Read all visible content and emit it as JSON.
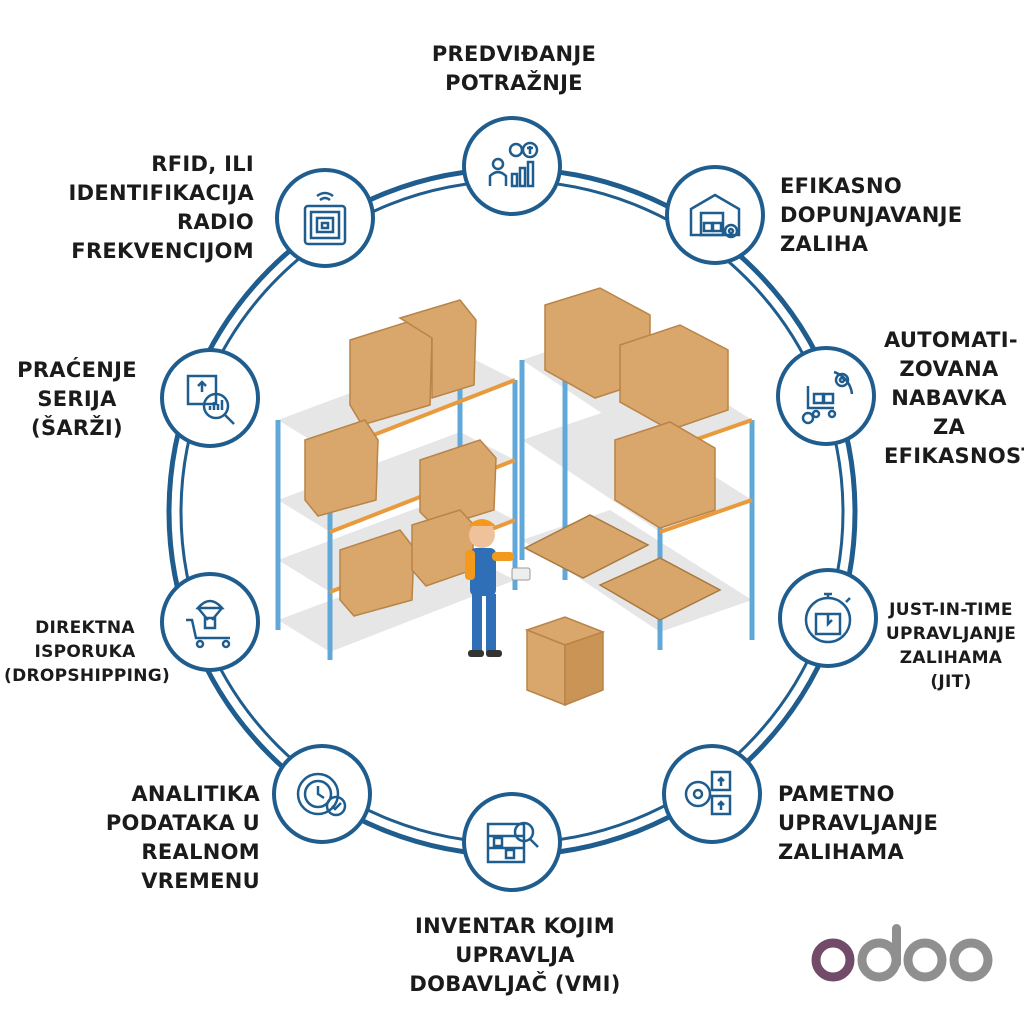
{
  "nodes": [
    {
      "id": "predvidjanje",
      "icon": "demand-forecast-icon",
      "label": [
        "PREDVIĐANJE",
        "POTRAŽNJE"
      ]
    },
    {
      "id": "dopunjavanje",
      "icon": "warehouse-gear-icon",
      "label": [
        "EFIKASNO",
        "DOPUNJAVANJE",
        "ZALIHA"
      ]
    },
    {
      "id": "nabavka",
      "icon": "automated-procurement-icon",
      "label": [
        "AUTOMATI-",
        "ZOVANA",
        "NABAVKA",
        "ZA",
        "EFIKASNOST"
      ]
    },
    {
      "id": "jit",
      "icon": "stopwatch-box-icon",
      "label": [
        "JUST-IN-TIME",
        "UPRAVLJANJE",
        "ZALIHAMA",
        "(JIT)"
      ]
    },
    {
      "id": "pametno",
      "icon": "smart-inventory-icon",
      "label": [
        "PAMETNO",
        "UPRAVLJANJE",
        "ZALIHAMA"
      ]
    },
    {
      "id": "vmi",
      "icon": "vendor-inventory-search-icon",
      "label": [
        "INVENTAR KOJIM",
        "UPRAVLJA",
        "DOBAVLJAČ (VMI)"
      ]
    },
    {
      "id": "analitika",
      "icon": "realtime-analytics-icon",
      "label": [
        "ANALITIKA",
        "PODATAKA U",
        "REALNOM",
        "VREMENU"
      ]
    },
    {
      "id": "dropshipping",
      "icon": "dropshipping-cart-icon",
      "label": [
        "DIREKTNA",
        "ISPORUKA",
        "(DROPSHIPPING)"
      ]
    },
    {
      "id": "serije",
      "icon": "batch-tracking-icon",
      "label": [
        "PRAĆENJE",
        "SERIJA",
        "(ŠARŽI)"
      ]
    },
    {
      "id": "rfid",
      "icon": "rfid-tag-icon",
      "label": [
        "RFID, ILI",
        "IDENTIFIKACIJA",
        "RADIO",
        "FREKVENCIJOM"
      ]
    }
  ],
  "logo": {
    "text": "odoo"
  },
  "colors": {
    "ring": "#1f5d8e",
    "logo_purple": "#714b67",
    "logo_gray": "#8f8f8f",
    "box": "#d9a66b",
    "shelf_frame": "#5fa8d8"
  }
}
